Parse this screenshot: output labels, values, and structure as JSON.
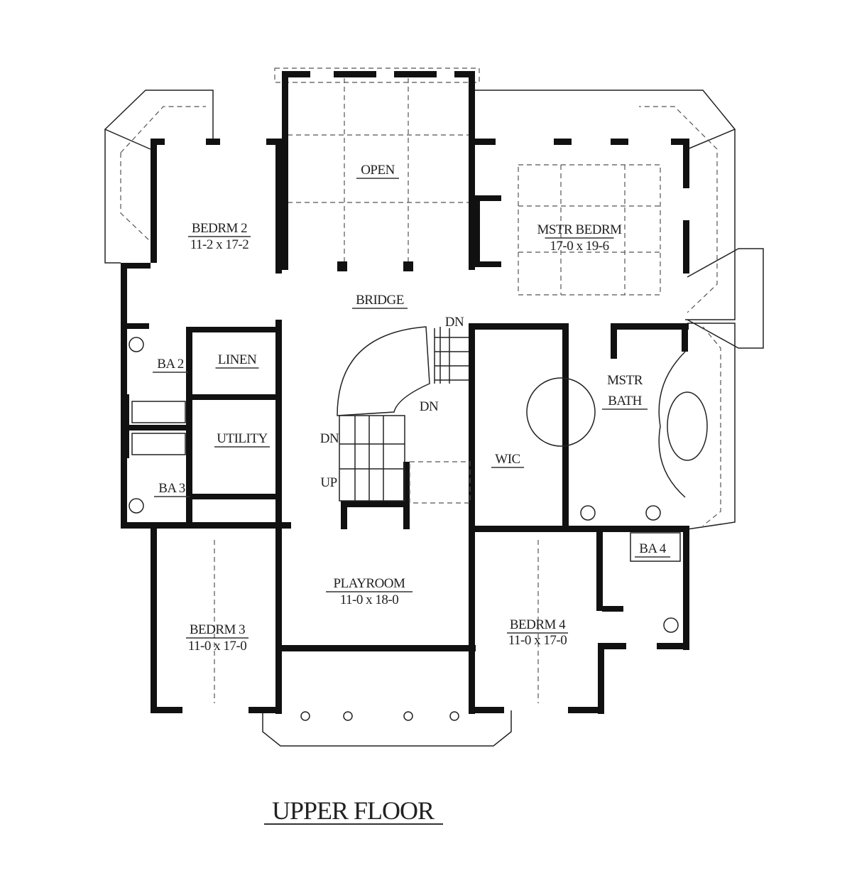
{
  "title": "UPPER FLOOR",
  "rooms": {
    "open": {
      "name": "OPEN"
    },
    "bedrm2": {
      "name": "BEDRM 2",
      "size": "11-2 x 17-2"
    },
    "mstr_bedrm": {
      "name": "MSTR BEDRM",
      "size": "17-0 x 19-6"
    },
    "bridge": {
      "name": "BRIDGE"
    },
    "ba2": {
      "name": "BA 2"
    },
    "linen": {
      "name": "LINEN"
    },
    "utility": {
      "name": "UTILITY"
    },
    "ba3": {
      "name": "BA 3"
    },
    "wic": {
      "name": "WIC"
    },
    "mstr_bath": {
      "name1": "MSTR",
      "name2": "BATH"
    },
    "playroom": {
      "name": "PLAYROOM",
      "size": "11-0 x 18-0"
    },
    "bedrm3": {
      "name": "BEDRM 3",
      "size": "11-0 x 17-0"
    },
    "bedrm4": {
      "name": "BEDRM 4",
      "size": "11-0 x 17-0"
    },
    "ba4": {
      "name": "BA 4"
    }
  },
  "stairs": {
    "dn1": "DN",
    "dn2": "DN",
    "dn3": "DN",
    "up": "UP"
  }
}
